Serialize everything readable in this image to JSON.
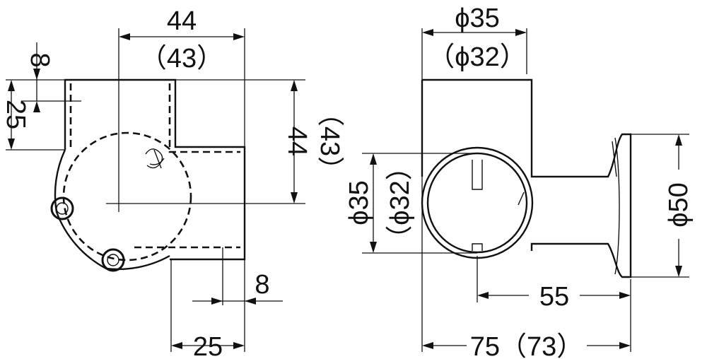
{
  "drawing": {
    "left_view": {
      "top_width": "44",
      "top_width_alt": "（43）",
      "right_height": "44",
      "right_height_alt": "（43）",
      "left_small": "8",
      "left_height": "25",
      "bottom_small": "8",
      "bottom_width": "25"
    },
    "right_view": {
      "top_diameter": "ϕ35",
      "top_diameter_alt": "（ϕ32）",
      "left_diameter": "ϕ35",
      "left_diameter_alt": "（ϕ32）",
      "flange_diameter": "ϕ50",
      "offset": "55",
      "total_length": "75（73）"
    }
  }
}
